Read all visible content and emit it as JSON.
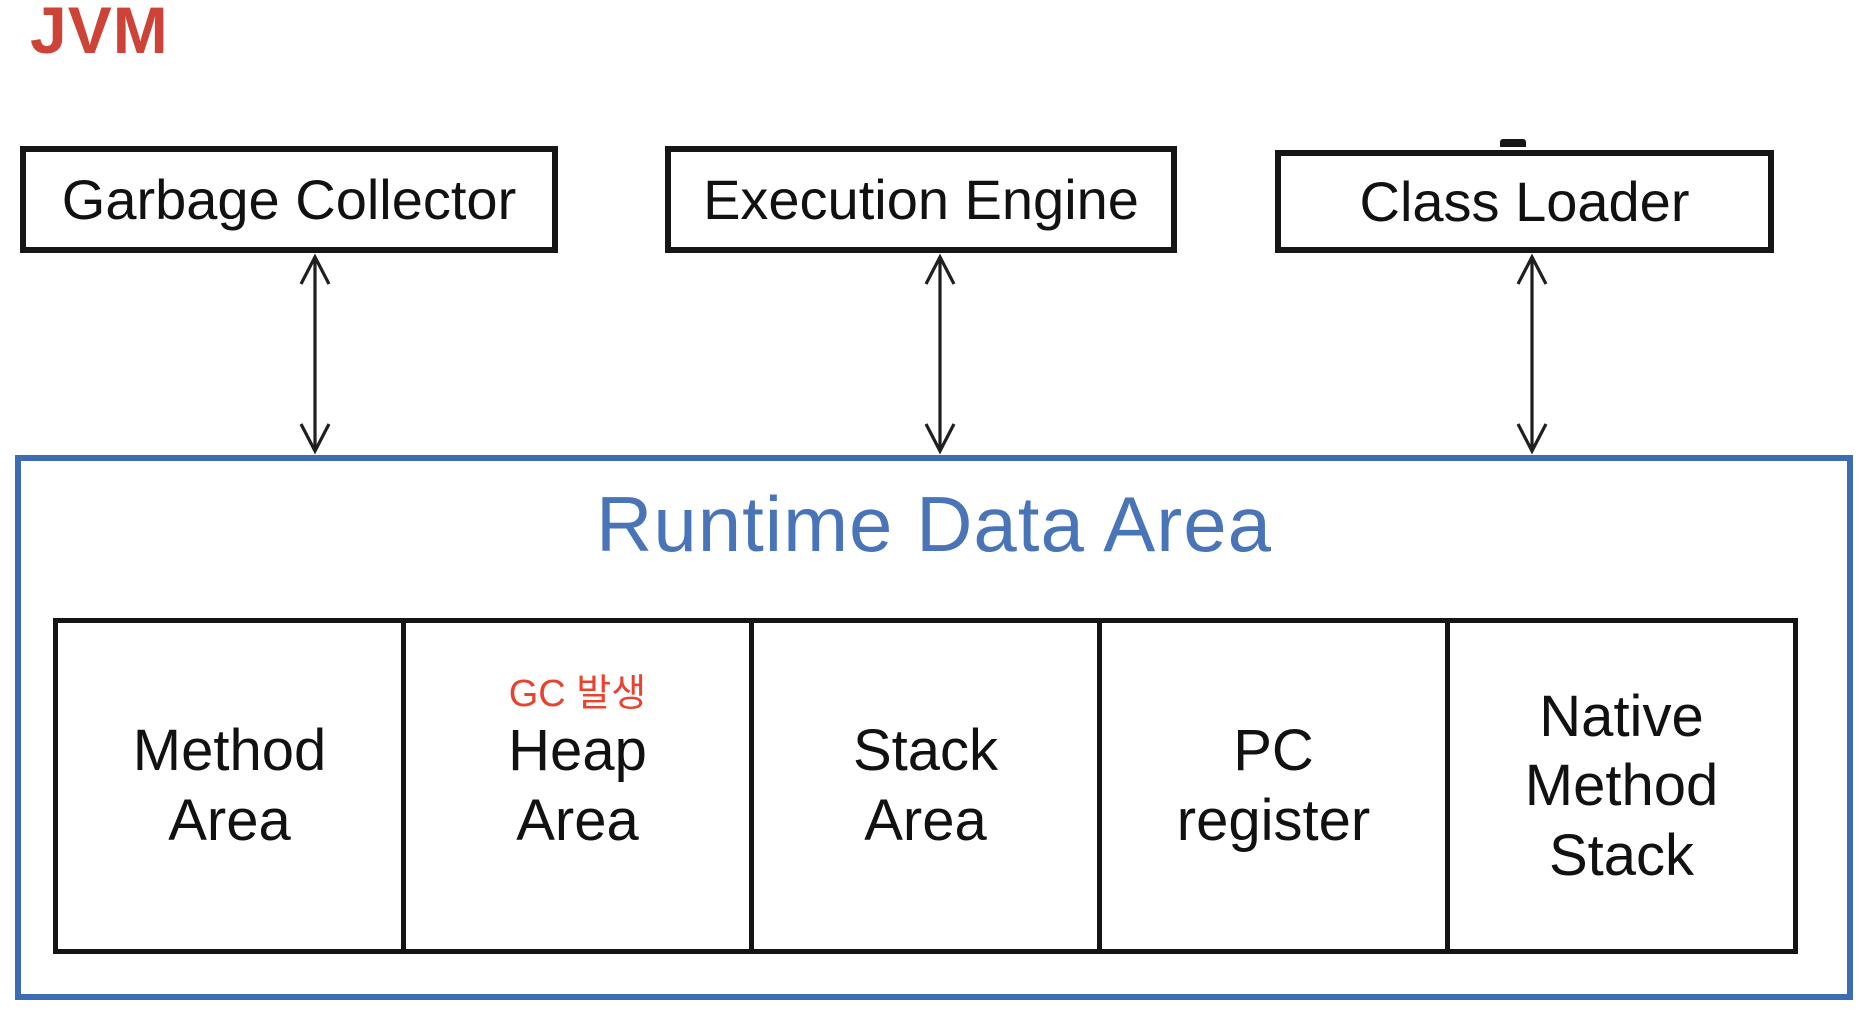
{
  "page": {
    "title": "JVM",
    "title_color": "#cd4338"
  },
  "top_boxes": [
    {
      "label": "Garbage Collector"
    },
    {
      "label": "Execution Engine"
    },
    {
      "label": "Class Loader"
    }
  ],
  "arrows": [
    {
      "name": "double-arrow-garbage-collector"
    },
    {
      "name": "double-arrow-execution-engine"
    },
    {
      "name": "double-arrow-class-loader"
    }
  ],
  "runtime_area": {
    "title": "Runtime Data Area",
    "title_color": "#4a74b8",
    "border_color": "#3e6cb3",
    "cells": [
      {
        "label": "Method\nArea"
      },
      {
        "label": "Heap\nArea",
        "annotation": "GC 발생",
        "annotation_color": "#e8432e"
      },
      {
        "label": "Stack\nArea"
      },
      {
        "label": "PC\nregister"
      },
      {
        "label": "Native\nMethod\nStack"
      }
    ]
  }
}
